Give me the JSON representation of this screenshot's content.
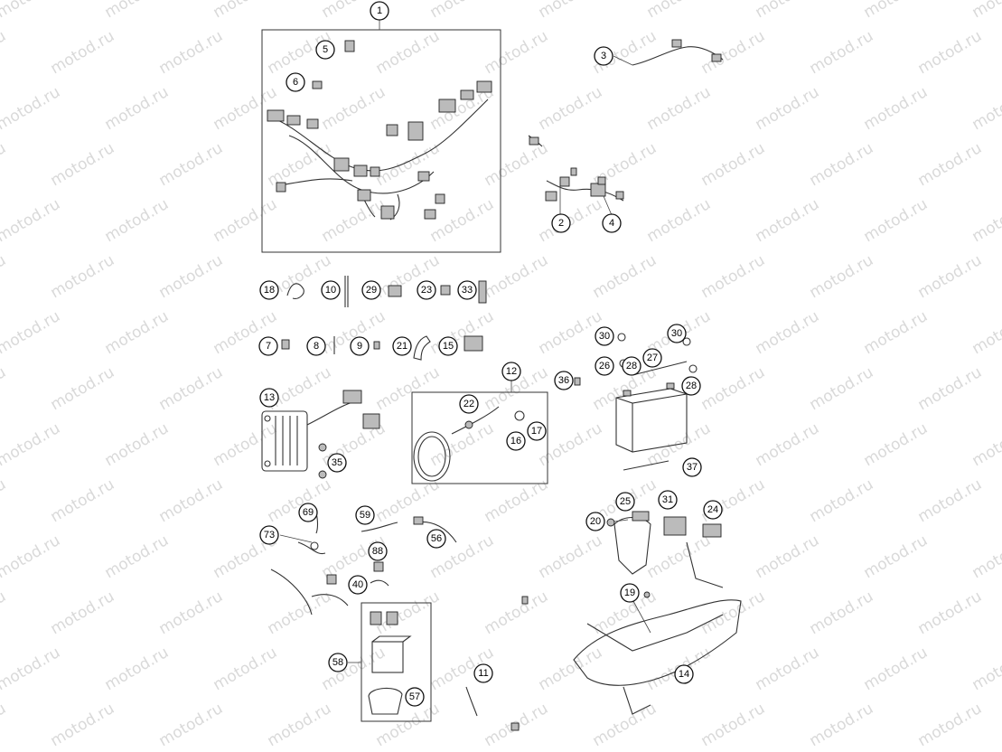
{
  "watermark": {
    "text": "motod.ru"
  },
  "colors": {
    "line": "#333333",
    "watermark": "#d9d9d9",
    "background": "#ffffff"
  },
  "callouts": [
    {
      "n": "1"
    },
    {
      "n": "2"
    },
    {
      "n": "3"
    },
    {
      "n": "4"
    },
    {
      "n": "5"
    },
    {
      "n": "6"
    },
    {
      "n": "7"
    },
    {
      "n": "8"
    },
    {
      "n": "9"
    },
    {
      "n": "10"
    },
    {
      "n": "11"
    },
    {
      "n": "12"
    },
    {
      "n": "13"
    },
    {
      "n": "14"
    },
    {
      "n": "15"
    },
    {
      "n": "16"
    },
    {
      "n": "17"
    },
    {
      "n": "18"
    },
    {
      "n": "19"
    },
    {
      "n": "20"
    },
    {
      "n": "21"
    },
    {
      "n": "22"
    },
    {
      "n": "23"
    },
    {
      "n": "24"
    },
    {
      "n": "25"
    },
    {
      "n": "26"
    },
    {
      "n": "27"
    },
    {
      "n": "28"
    },
    {
      "n": "28"
    },
    {
      "n": "29"
    },
    {
      "n": "30"
    },
    {
      "n": "30"
    },
    {
      "n": "31"
    },
    {
      "n": "33"
    },
    {
      "n": "35"
    },
    {
      "n": "36"
    },
    {
      "n": "37"
    },
    {
      "n": "40"
    },
    {
      "n": "56"
    },
    {
      "n": "57"
    },
    {
      "n": "58"
    },
    {
      "n": "59"
    },
    {
      "n": "69"
    },
    {
      "n": "73"
    },
    {
      "n": "88"
    }
  ]
}
